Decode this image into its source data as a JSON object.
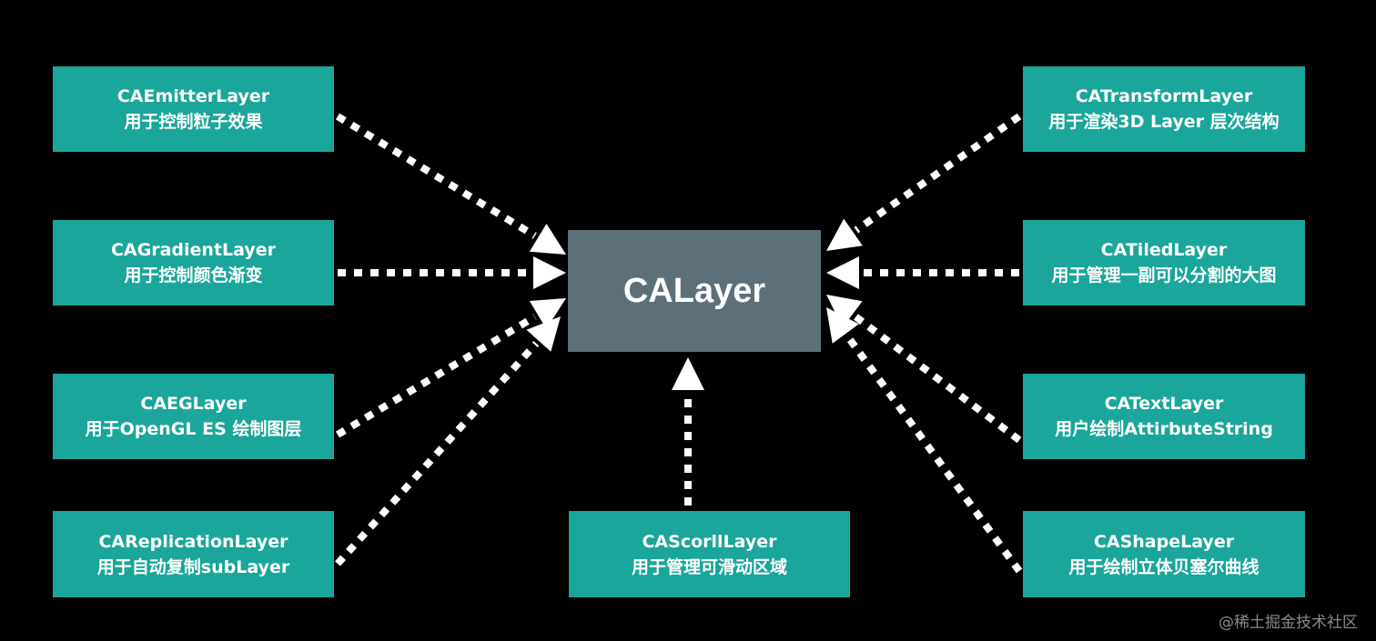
{
  "center": {
    "title": "CALayer"
  },
  "nodes": {
    "emitter": {
      "name": "CAEmitterLayer",
      "desc": "用于控制粒子效果"
    },
    "gradient": {
      "name": "CAGradientLayer",
      "desc": "用于控制颜色渐变"
    },
    "eagl": {
      "name": "CAEGLayer",
      "desc": "用于OpenGL ES 绘制图层"
    },
    "replication": {
      "name": "CAReplicationLayer",
      "desc": "用于自动复制subLayer"
    },
    "scroll": {
      "name": "CAScorllLayer",
      "desc": "用于管理可滑动区域"
    },
    "transform": {
      "name": "CATransformLayer",
      "desc": "用于渲染3D Layer 层次结构"
    },
    "tiled": {
      "name": "CATiledLayer",
      "desc": "用于管理一副可以分割的大图"
    },
    "text": {
      "name": "CATextLayer",
      "desc": "用户绘制AttirbuteString"
    },
    "shape": {
      "name": "CAShapeLayer",
      "desc": "用于绘制立体贝塞尔曲线"
    }
  },
  "watermark": "@稀土掘金技术社区",
  "colors": {
    "background": "#000000",
    "node_fill": "#1aa69a",
    "center_fill": "#5d6f78",
    "arrow": "#ffffff",
    "text": "#ffffff"
  }
}
